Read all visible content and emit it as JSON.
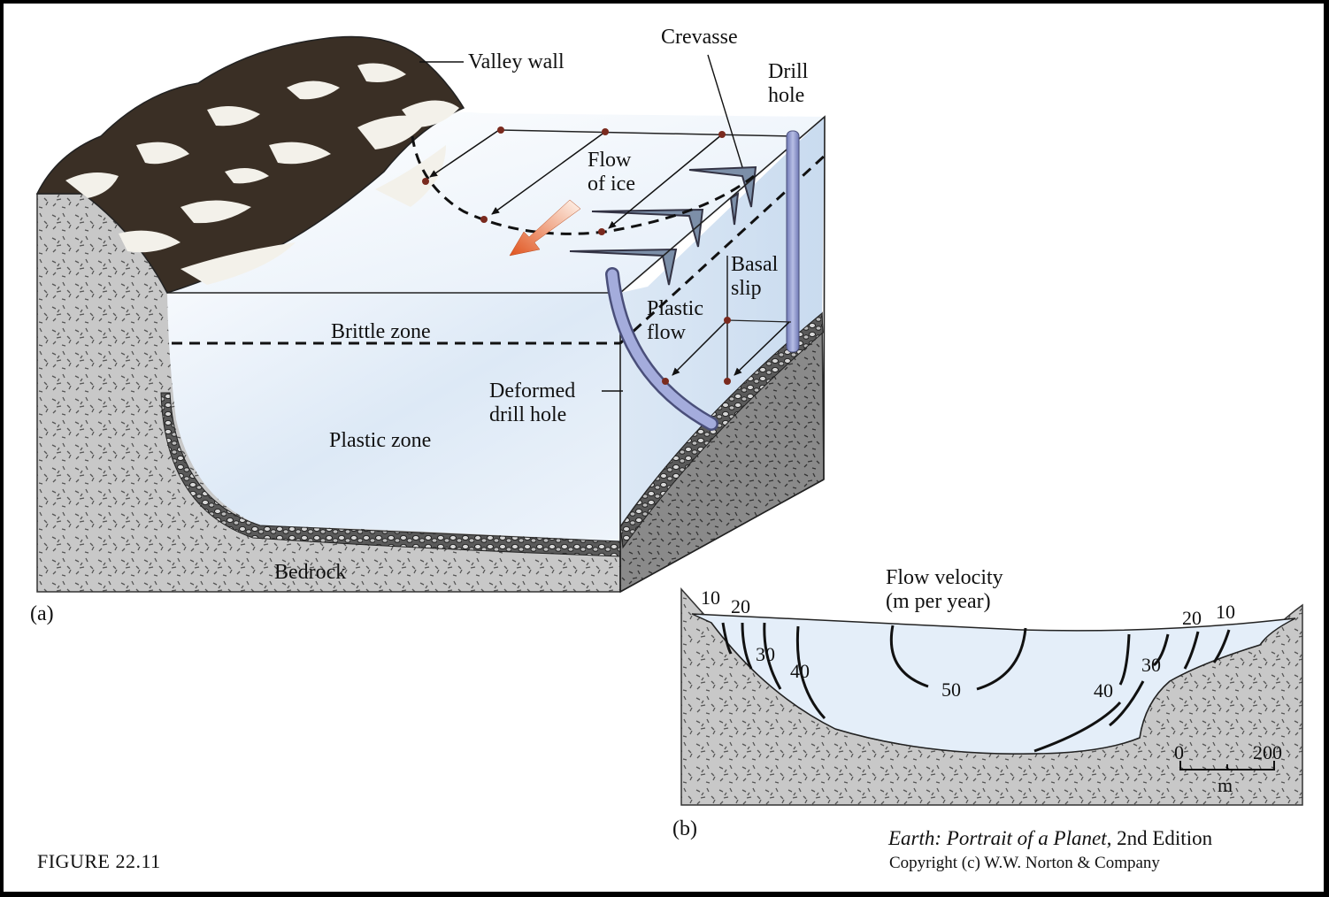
{
  "figure": {
    "number": "FIGURE 22.11",
    "book_title": "Earth: Portrait of a Planet,",
    "edition": " 2nd Edition",
    "copyright": "Copyright (c) W.W. Norton & Company"
  },
  "panel_a": {
    "tag": "(a)",
    "labels": {
      "valley_wall": "Valley wall",
      "crevasse": "Crevasse",
      "drill_hole_1": "Drill",
      "drill_hole_2": "hole",
      "flow_of_ice_1": "Flow",
      "flow_of_ice_2": "of ice",
      "basal_slip_1": "Basal",
      "basal_slip_2": "slip",
      "plastic_flow_1": "Plastic",
      "plastic_flow_2": "flow",
      "brittle_zone": "Brittle zone",
      "deformed_drill_hole_1": "Deformed",
      "deformed_drill_hole_2": "drill hole",
      "plastic_zone": "Plastic zone",
      "bedrock": "Bedrock"
    }
  },
  "panel_b": {
    "tag": "(b)",
    "title_1": "Flow velocity",
    "title_2": "(m per year)",
    "contour_labels": {
      "left_10": "10",
      "left_20": "20",
      "left_30": "30",
      "left_40": "40",
      "center_50": "50",
      "right_40": "40",
      "right_30": "30",
      "right_20": "20",
      "right_10": "10"
    },
    "scale": {
      "start": "0",
      "end": "200",
      "unit": "m"
    }
  },
  "colors": {
    "ice": "#e4effa",
    "rock": "#c6c6c6",
    "rock_dark": "#7c7c7c",
    "dashed_line": "#111111",
    "arrow": "#e0602a",
    "drill": "#8a94c8"
  }
}
